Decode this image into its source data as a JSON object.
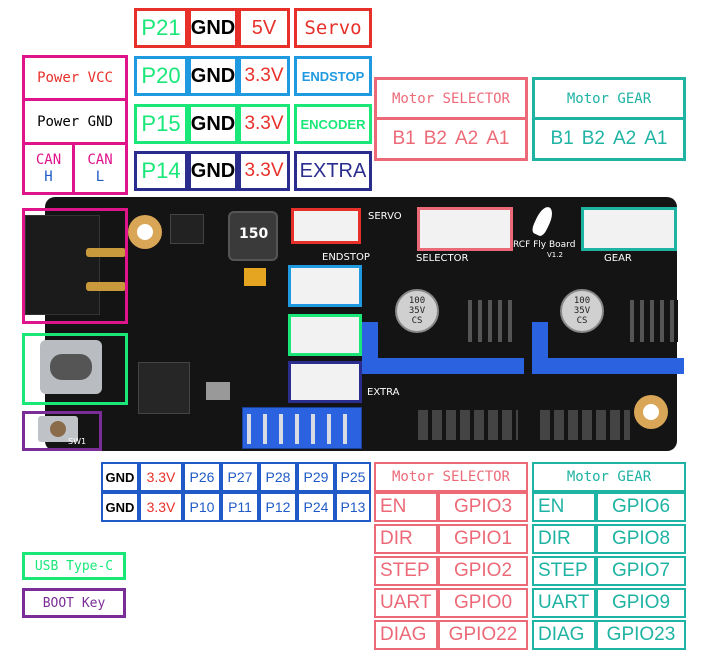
{
  "colors": {
    "red": "#e8302a",
    "blue": "#1f9ae0",
    "green": "#19e879",
    "navy": "#2a2d8e",
    "magenta": "#e0148a",
    "salmon": "#ec6a78",
    "teal": "#1fb3a3",
    "purple": "#7a2d96",
    "tablue": "#1f5ac6"
  },
  "top_rows": [
    {
      "pin": "P21",
      "gnd": "GND",
      "volt": "5V",
      "func": "Servo"
    },
    {
      "pin": "P20",
      "gnd": "GND",
      "volt": "3.3V",
      "func": "ENDSTOP"
    },
    {
      "pin": "P15",
      "gnd": "GND",
      "volt": "3.3V",
      "func": "ENCODER"
    },
    {
      "pin": "P14",
      "gnd": "GND",
      "volt": "3.3V",
      "func": "EXTRA"
    }
  ],
  "power": {
    "vcc": "Power VCC",
    "gnd": "Power GND",
    "can_h": [
      "CAN",
      "H"
    ],
    "can_l": [
      "CAN",
      "L"
    ]
  },
  "motor_selector_header": {
    "title": "Motor SELECTOR",
    "pins": [
      "B1",
      "B2",
      "A2",
      "A1"
    ]
  },
  "motor_gear_header": {
    "title": "Motor GEAR",
    "pins": [
      "B1",
      "B2",
      "A2",
      "A1"
    ]
  },
  "gpio_header": {
    "row1": [
      "GND",
      "3.3V",
      "P26",
      "P27",
      "P28",
      "P29",
      "P25"
    ],
    "row2": [
      "GND",
      "3.3V",
      "P10",
      "P11",
      "P12",
      "P24",
      "P13"
    ]
  },
  "motor_selector_table": {
    "title": "Motor SELECTOR",
    "rows": [
      [
        "EN",
        "GPIO3"
      ],
      [
        "DIR",
        "GPIO1"
      ],
      [
        "STEP",
        "GPIO2"
      ],
      [
        "UART",
        "GPIO0"
      ],
      [
        "DIAG",
        "GPIO22"
      ]
    ]
  },
  "motor_gear_table": {
    "title": "Motor GEAR",
    "rows": [
      [
        "EN",
        "GPIO6"
      ],
      [
        "DIR",
        "GPIO8"
      ],
      [
        "STEP",
        "GPIO7"
      ],
      [
        "UART",
        "GPIO9"
      ],
      [
        "DIAG",
        "GPIO23"
      ]
    ]
  },
  "legend": {
    "usb": "USB Type-C",
    "boot": "BOOT Key"
  },
  "board_labels": {
    "servo": "SERVO",
    "endstop": "ENDSTOP",
    "extra": "EXTRA",
    "selector": "SELECTOR",
    "gear": "GEAR",
    "brand": "RCF Fly Board",
    "version": "V1.2",
    "inductor": "150",
    "sw": "SW1",
    "cap1": [
      "100",
      "35V",
      "CS"
    ],
    "cap2": [
      "100",
      "35V",
      "CS"
    ]
  }
}
